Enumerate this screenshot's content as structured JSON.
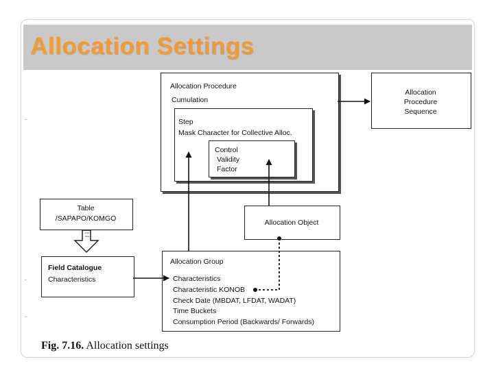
{
  "slide": {
    "title": "Allocation Settings"
  },
  "diagram": {
    "allocation_procedure": {
      "title": "Allocation Procedure",
      "cumulation": "Cumulation"
    },
    "step": {
      "title": "Step",
      "mask": "Mask Character for Collective Alloc."
    },
    "control": {
      "lines": [
        "Control",
        "Validity",
        "Factor"
      ]
    },
    "procedure_sequence": {
      "lines": [
        "Allocation",
        "Procedure",
        "Sequence"
      ]
    },
    "table": {
      "lines": [
        "Table",
        "/SAPAPO/KOMGO"
      ]
    },
    "allocation_object": {
      "label": "Allocation Object"
    },
    "field_catalogue": {
      "title": "Field Catalogue",
      "item": "Characteristics"
    },
    "allocation_group": {
      "title": "Allocation Group",
      "items": [
        "Characteristics",
        "Characteristic KONOB",
        "Check Date (MBDAT, LFDAT, WADAT)",
        "Time Buckets",
        "Consumption Period (Backwards/ Forwards)"
      ]
    }
  },
  "caption": {
    "figure_number": "Fig. 7.16.",
    "text": "Allocation settings"
  }
}
